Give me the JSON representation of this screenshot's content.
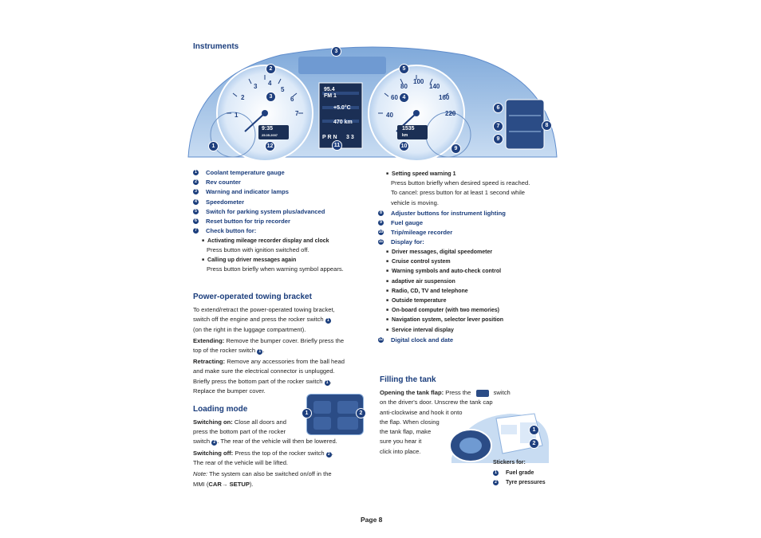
{
  "instruments": {
    "heading": "Instruments",
    "callouts": [
      "1",
      "2",
      "3",
      "3",
      "4",
      "5",
      "6",
      "7",
      "8",
      "9",
      "10",
      "11",
      "12"
    ],
    "display": {
      "temp_top": "95.4",
      "temp_sub": "FM 1",
      "outside": "+5.0°C",
      "range": "470 km",
      "gear": "P R N",
      "gear_pos": "3 3",
      "clock": "9:35",
      "date": "25.05.2007",
      "trip": "1535",
      "trip_unit": "km"
    }
  },
  "legend_left": [
    {
      "n": "1",
      "label": "Coolant temperature gauge"
    },
    {
      "n": "2",
      "label": "Rev counter"
    },
    {
      "n": "3",
      "label": "Warning and indicator lamps"
    },
    {
      "n": "4",
      "label": "Speedometer"
    },
    {
      "n": "5",
      "label": "Switch for parking system plus/advanced"
    },
    {
      "n": "6",
      "label": "Reset button for trip recorder"
    },
    {
      "n": "7",
      "label": "Check button for:"
    }
  ],
  "check_items": {
    "item1_title": "Activating mileage recorder display and clock",
    "item1_text": "Press button with ignition switched off.",
    "item2_title": "Calling up driver messages again",
    "item2_text": "Press button briefly when warning symbol appears."
  },
  "right_col": {
    "setting_title": "Setting speed warning 1",
    "setting_text": [
      "Press button briefly when desired speed is reached.",
      "To cancel: press button for at least 1 second while",
      "vehicle is moving."
    ],
    "legend": [
      {
        "n": "8",
        "label": "Adjuster buttons for instrument lighting"
      },
      {
        "n": "9",
        "label": "Fuel gauge"
      },
      {
        "n": "10",
        "label": "Trip/mileage recorder"
      },
      {
        "n": "11",
        "label": "Display for:"
      }
    ],
    "display_items": [
      "Driver messages, digital speedometer",
      "Cruise control system",
      "Warning symbols and auto-check control",
      "adaptive air suspension",
      "Radio, CD, TV and telephone",
      "Outside temperature",
      "On-board computer (with two memories)",
      "Navigation system, selector lever position",
      "Service interval display"
    ],
    "legend_last": {
      "n": "12",
      "label": "Digital clock and date"
    }
  },
  "towing": {
    "heading": "Power-operated towing bracket",
    "lines": [
      "To extend/retract the power-operated towing bracket,",
      "switch off the engine and press the rocker switch",
      "(on the right in the luggage compartment)."
    ],
    "extending_label": "Extending:",
    "extending_lines": [
      "Remove the bumper cover. Briefly press the",
      "top of the rocker switch"
    ],
    "retracting_label": "Retracting:",
    "retracting_lines": [
      "Remove any accessories from the ball head",
      "and make sure the electrical connector is unplugged.",
      "Briefly press the bottom part of the rocker switch",
      "Replace the bumper cover."
    ]
  },
  "loading": {
    "heading": "Loading mode",
    "switch_on_label": "Switching on:",
    "switch_on_lines": [
      "Close all doors and",
      "press the bottom part of the rocker",
      "switch",
      ". The rear of the vehicle will then be lowered."
    ],
    "switch_off_label": "Switching off:",
    "switch_off_lines": [
      "Press the top of the rocker switch",
      "The rear of the vehicle will be lifted."
    ],
    "note_label": "Note:",
    "note_lines": [
      "The system can also be switched on/off in the",
      "MMI (",
      "CAR",
      "SETUP",
      ")."
    ]
  },
  "tank": {
    "heading": "Filling the tank",
    "flap_label": "Opening the tank flap:",
    "lines": [
      "Press the",
      "switch",
      "on the driver's door. Unscrew the tank cap",
      "anti-clockwise and hook it onto",
      "the flap. When closing",
      "the tank flap, make",
      "sure you hear it",
      "click into place."
    ],
    "stickers_title": "Stickers for:",
    "stickers": [
      {
        "n": "1",
        "label": "Fuel grade"
      },
      {
        "n": "2",
        "label": "Tyre pressures"
      }
    ]
  },
  "footer": {
    "page": "Page 8"
  },
  "colors": {
    "accent": "#1a3d7c",
    "cluster": "#9fc0e6"
  }
}
